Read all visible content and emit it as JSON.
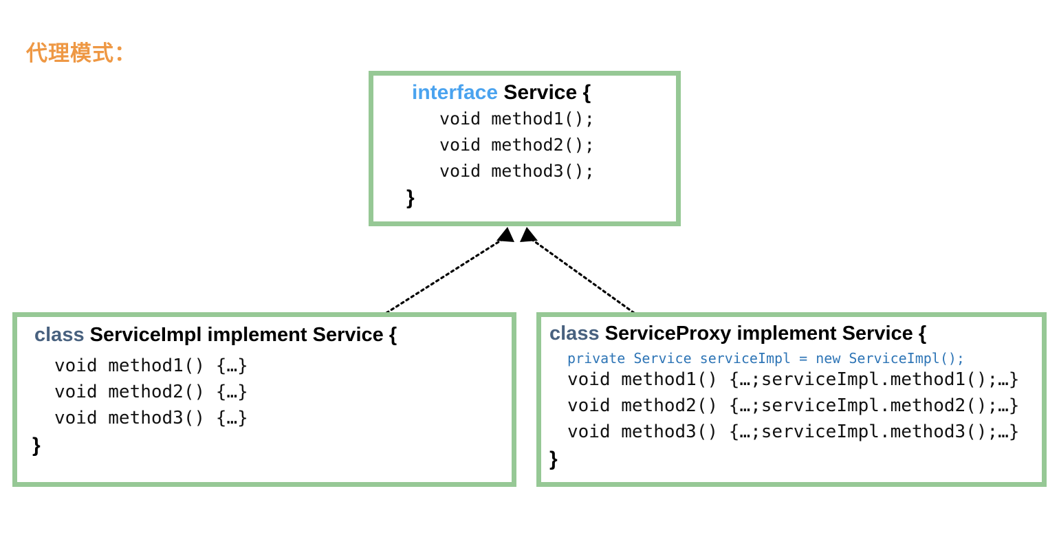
{
  "slide": {
    "title": "代理模式：",
    "title_color": "#ee9844",
    "background": "#ffffff"
  },
  "theme": {
    "box_border_color": "#96c895",
    "box_fill": "#ffffff",
    "keyword_interface_color": "#4aa3ef",
    "keyword_class_color": "#48617f",
    "field_color": "#2e75b6",
    "code_color": "#111111",
    "connector_color": "#000000"
  },
  "diagram": {
    "type": "uml-class-diagram",
    "pattern": "Proxy",
    "boxes": [
      {
        "id": "service-interface",
        "role": "interface",
        "keyword": "interface",
        "signature": "Service {",
        "members": [
          "void method1();",
          "void method2();",
          "void method3();"
        ],
        "closer": "}"
      },
      {
        "id": "service-impl",
        "role": "class",
        "keyword": "class",
        "signature": "ServiceImpl implement Service {",
        "field": "",
        "members": [
          "void method1() {…}",
          "void method2() {…}",
          "void method3() {…}"
        ],
        "closer": "}"
      },
      {
        "id": "service-proxy",
        "role": "class",
        "keyword": "class",
        "signature": "ServiceProxy implement Service {",
        "field": "private Service serviceImpl = new ServiceImpl();",
        "members": [
          "void method1() {…;serviceImpl.method1();…}",
          "void method2() {…;serviceImpl.method2();…}",
          "void method3() {…;serviceImpl.method3();…}"
        ],
        "closer": "}"
      }
    ],
    "connectors": [
      {
        "id": "impl-realizes-service",
        "from": "service-impl",
        "to": "service-interface",
        "relation": "realization",
        "line_style": "dotted",
        "arrowhead": "solid-triangle"
      },
      {
        "id": "proxy-realizes-service",
        "from": "service-proxy",
        "to": "service-interface",
        "relation": "realization",
        "line_style": "dotted",
        "arrowhead": "solid-triangle"
      }
    ]
  }
}
